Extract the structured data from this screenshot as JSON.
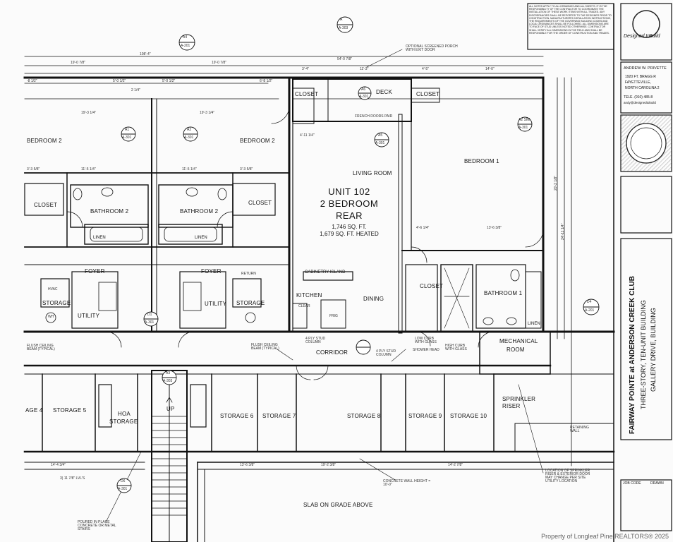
{
  "unit": {
    "title": "UNIT 102",
    "subtitle1": "2 BEDROOM",
    "subtitle2": "REAR",
    "area_total": "1,746 SQ. FT.",
    "area_heated": "1,679 SQ. FT. HEATED"
  },
  "rooms": {
    "bedroom2_left": "BEDROOM 2",
    "bedroom2_right": "BEDROOM 2",
    "bedroom1": "BEDROOM 1",
    "living": "LIVING ROOM",
    "closet_l1": "CLOSET",
    "closet_l2": "CLOSET",
    "closet_top": "CLOSET",
    "closet_top2": "CLOSET",
    "closet_b1": "CLOSET",
    "bath2_l": "BATHROOM 2",
    "bath2_r": "BATHROOM 2",
    "bath1": "BATHROOM 1",
    "linen_l": "LINEN",
    "linen_r": "LINEN",
    "linen_b1": "LINEN",
    "deck": "DECK",
    "foyer_l": "FOYER",
    "foyer_r": "FOYER",
    "storage_l": "STORAGE",
    "storage_r": "STORAGE",
    "utility_l": "UTILITY",
    "utility_r": "UTILITY",
    "kitchen": "KITCHEN",
    "dining": "DINING",
    "cab_island": "CABINETRY ISLAND",
    "corridor": "CORRIDOR",
    "mech": "MECHANICAL",
    "room_suffix": "ROOM",
    "storage4": "AGE 4",
    "storage5": "STORAGE 5",
    "hoa": "HOA",
    "hoa2": "STORAGE",
    "storage6": "STORAGE 6",
    "storage7": "STORAGE 7",
    "storage8": "STORAGE 8",
    "storage9": "STORAGE 9",
    "storage10": "STORAGE 10",
    "sprinkler": "SPRINKLER",
    "riser": "RISER",
    "up": "UP",
    "slab": "SLAB ON GRADE ABOVE"
  },
  "notes": {
    "screened_porch": "OPTIONAL SCREENED PORCH WITH EXIT DOOR",
    "french_doors": "FRENCH DOORS PAIR",
    "flush_beam_l": "FLUSH CEILING BEAM (TYPICAL)",
    "flush_beam_r": "FLUSH CEILING BEAM (TYPICAL)",
    "stud_col1": "4 PLY STUD COLUMN",
    "stud_col2": "4 PLY STUD COLUMN",
    "low_curb": "LOW CURB WITH GLASS",
    "high_curb": "HIGH CURB WITH GLASS",
    "shower_head": "SHOWER HEAD",
    "concrete_wall": "CONCRETE WALL HEIGHT = 10'-0\"",
    "poured_stairs": "POURED IN PLACE CONCRETE OR METAL STAIRS",
    "sprinkler_loc": "LOCATION OF SPRINKLER RISER & EXTERIOR DOOR MAY CHANGE PER SITE UTILITY LOCATION",
    "retaining": "RETAINING WALL",
    "lvls": "3) 11 7/8\" LVL'S",
    "hvac": "HVAC",
    "return": "RETURN",
    "wh": "WH",
    "clear": "CLEAR",
    "frig": "FRIG"
  },
  "dimensions": {
    "d_top1": "108'-4\"",
    "d_top2": "54'-0 7/8\"",
    "d1": "19'-0 7/8\"",
    "d2": "19'-0 7/8\"",
    "d3": "3'-4\"",
    "d4": "11'-3\"",
    "d5": "4'-5\"",
    "d6": "14'-0\"",
    "d7": "-8 1/2\"",
    "d8": "5'-0 1/2\"",
    "d9": "5'-0 1/2\"",
    "d10": "6'-8 1/2\"",
    "d11": "19'-3 1/4\"",
    "d12": "19'-3 1/4\"",
    "d13": "2 1/4\"",
    "d14": "11'-5 1/4\"",
    "d15": "11'-5 1/4\"",
    "d16": "3'-3 5/8\"",
    "d17": "3'-3 5/8\"",
    "d18": "4'-11 1/4\"",
    "d19": "13'-6 3/8\"",
    "d20": "4'-6 1/4\"",
    "d21": "19'-2 3/8\"",
    "d22": "14'-4 3/4\"",
    "d23": "13'-6 3/8\"",
    "d24": "14'-2 7/8\"",
    "d25": "20'-2 1/8\"",
    "d26": "24'-11 1/4\""
  },
  "markers": [
    {
      "num": "A",
      "sheet": "A-303"
    },
    {
      "num": "A4",
      "sheet": "A-201"
    },
    {
      "num": "A1",
      "sheet": "A-301"
    },
    {
      "num": "A2",
      "sheet": "A-301"
    },
    {
      "num": "A5",
      "sheet": "A-301"
    },
    {
      "num": "A6",
      "sheet": "A-301"
    },
    {
      "num": "A2 SIM.",
      "sheet": "A-301"
    },
    {
      "num": "A3",
      "sheet": "A-303"
    },
    {
      "num": "D1",
      "sheet": "A-301"
    },
    {
      "num": "D4",
      "sheet": "A-201"
    },
    {
      "num": "D6",
      "sheet": "A-301"
    }
  ],
  "title_block": {
    "firm_logo_top": "Designed to",
    "firm_logo_bottom": "Build",
    "architect": "ANDREW W. PRIVETTE",
    "address1": "1920 FT. BRAGG R",
    "address2": "FAYETTEVILLE,",
    "address3": "NORTH CAROLINA 2",
    "phone": "TELE. (910) 485-8",
    "email": "andy@designedtobuild",
    "project_line1": "FAIRWAY POINTE at ANDERSON CREEK CLUB",
    "project_line2": "THREE-STORY, TEN-UNIT BUILDING",
    "project_line3": "GALLERY DRIVE, BUILDING",
    "job_code": "JOB CODE",
    "drawn": "DRAWN"
  },
  "general_notes": "ALL NOTES APPLY TO ALL DRAWINGS AND ALL SHEETS. IT IS THE RESPONSIBILITY OF THE CONTRACTOR TO COORDINATE THE INSTALLATION OF THESE WORK ITEMS WITH ALL TRADES. ANY DISCREPANCIES SHALL BE REPORTED TO THE DESIGNER PRIOR TO CONSTRUCTION. MANUFACTURER'S INSTALLATION INSTRUCTIONS, THE REQUIREMENTS OF THE GOVERNING BUILDING CODES AND LOCAL ORDINANCES SHALL BE FOLLOWED. ALL DIMENSIONS ARE TO FACE OF STUD UNLESS NOTED OTHERWISE. CONTRACTOR SHALL VERIFY ALL DIMENSIONS IN THE FIELD AND SHALL BE RESPONSIBLE FOR THE ORDER OF CONSTRUCTION AND TRADES.",
  "watermark": "Property of Longleaf Pine REALTORS® 2025"
}
